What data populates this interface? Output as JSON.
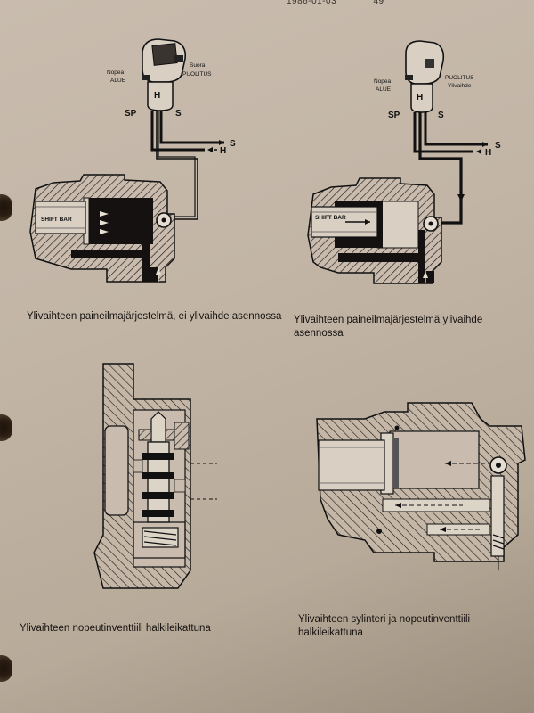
{
  "header": {
    "date": "1986-01-03",
    "page": "49"
  },
  "fig1": {
    "label_nopea": "Nopea",
    "label_alue": "ALUE",
    "label_suora": "Suora",
    "label_puolitus": "PUOLITUS",
    "label_h": "H",
    "label_sp": "SP",
    "label_s": "S",
    "out_s": "S",
    "out_h": "H",
    "shift_bar": "SHIFT BAR",
    "caption": "Ylivaihteen paineilmajärjestelmä, ei ylivaihde asennossa"
  },
  "fig2": {
    "label_nopea": "Nopea",
    "label_alue": "ALUE",
    "label_puolitus": "PUOLITUS",
    "label_ylivaihde": "Ylivaihde",
    "label_h": "H",
    "label_sp": "SP",
    "label_s": "S",
    "out_s": "S",
    "out_h": "H",
    "shift_bar": "SHIFT BAR",
    "caption": "Ylivaihteen paineilmajärjestelmä ylivaihde asennossa"
  },
  "fig3": {
    "caption": "Ylivaihteen nopeutinventtiili halkileikattuna"
  },
  "fig4": {
    "caption": "Ylivaihteen sylinteri ja nopeutinventtiili halkileikattuna"
  }
}
